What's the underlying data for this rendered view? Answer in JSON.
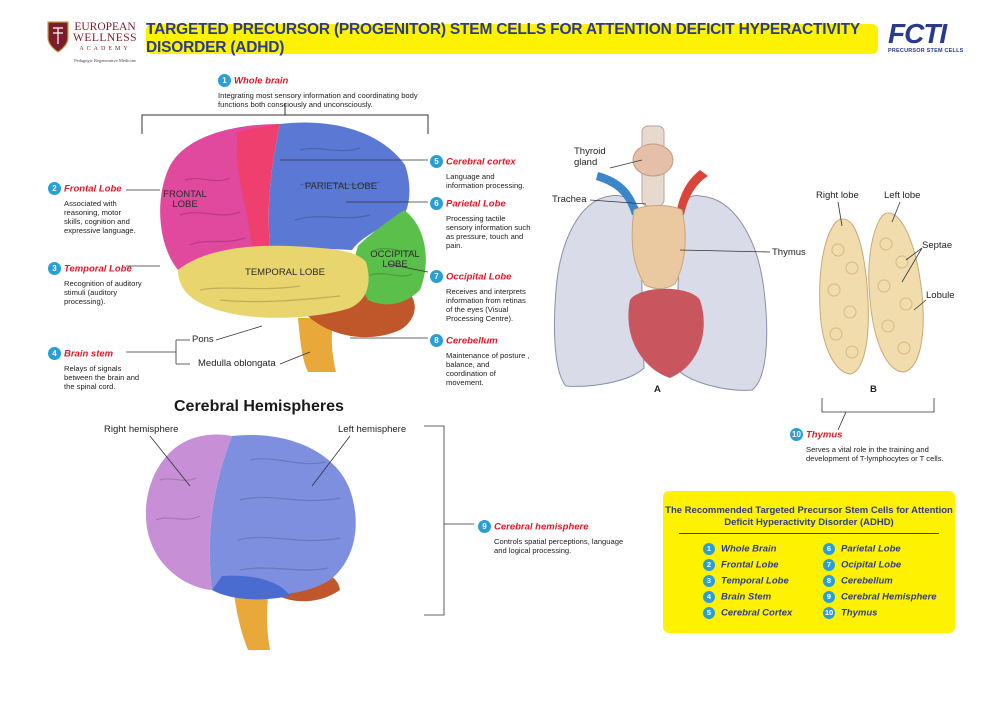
{
  "header": {
    "title": "TARGETED  PRECURSOR (PROGENITOR) STEM  CELLS  FOR  ATTENTION DEFICIT HYPERACTIVITY DISORDER (ADHD)",
    "left_logo": {
      "line1": "EUROPEAN",
      "line2": "WELLNESS",
      "line3": "ACADEMY",
      "line4": "Pedagogic Regenerative Medicine"
    },
    "right_logo": {
      "brand": "FCTI",
      "subtitle": "PRECURSOR STEM CELLS"
    }
  },
  "colors": {
    "title_bg": "#fff200",
    "title_text": "#2a3a8c",
    "callout_title": "#e01a2b",
    "badge": "#2a9fd6"
  },
  "callouts": [
    {
      "num": "1",
      "title": "Whole brain",
      "desc": "Integrating most sensory information and coordinating body functions both consciously and unconsciously."
    },
    {
      "num": "2",
      "title": "Frontal Lobe",
      "desc": "Associated with reasoning, motor skills, cognition and expressive language."
    },
    {
      "num": "3",
      "title": "Temporal Lobe",
      "desc": "Recognition of auditory stimuli (auditory processing)."
    },
    {
      "num": "4",
      "title": "Brain stem",
      "desc": "Relays of signals between the brain and the spinal cord."
    },
    {
      "num": "5",
      "title": "Cerebral cortex",
      "desc": "Language and information processing."
    },
    {
      "num": "6",
      "title": "Parietal Lobe",
      "desc": "Processing tactile sensory information such as pressure, touch and pain."
    },
    {
      "num": "7",
      "title": "Occipital Lobe",
      "desc": "Receives and interprets information from retinas of the eyes (Visual Processing Centre)."
    },
    {
      "num": "8",
      "title": "Cerebellum",
      "desc": "Maintenance of posture , balance, and coordination of movement."
    },
    {
      "num": "9",
      "title": "Cerebral hemisphere",
      "desc": "Controls spatial perceptions, language and logical processing."
    },
    {
      "num": "10",
      "title": "Thymus",
      "desc": "Serves a vital role in the training and development of T-lymphocytes or T cells."
    }
  ],
  "brain_labels": {
    "frontal": "FRONTAL LOBE",
    "parietal": "PARIETAL LOBE",
    "occipital": "OCCIPITAL LOBE",
    "temporal": "TEMPORAL LOBE",
    "pons": "Pons",
    "medulla": "Medulla oblongata"
  },
  "hemispheres": {
    "heading": "Cerebral Hemispheres",
    "right": "Right hemisphere",
    "left": "Left hemisphere"
  },
  "thymus_labels": {
    "thyroid": "Thyroid gland",
    "trachea": "Trachea",
    "thymus": "Thymus",
    "fig_a": "A",
    "right_lobe": "Right lobe",
    "left_lobe": "Left lobe",
    "septae": "Septae",
    "lobule": "Lobule",
    "fig_b": "B"
  },
  "recommended": {
    "title": "The Recommended Targeted Precursor Stem Cells for Attention Deficit Hyperactivity Disorder (ADHD)",
    "items": [
      {
        "num": "1",
        "label": "Whole Brain"
      },
      {
        "num": "2",
        "label": "Frontal Lobe"
      },
      {
        "num": "3",
        "label": "Temporal Lobe"
      },
      {
        "num": "4",
        "label": "Brain Stem"
      },
      {
        "num": "5",
        "label": "Cerebral Cortex"
      },
      {
        "num": "6",
        "label": "Parietal Lobe"
      },
      {
        "num": "7",
        "label": "Ocipital Lobe"
      },
      {
        "num": "8",
        "label": "Cerebellum"
      },
      {
        "num": "9",
        "label": "Cerebral Hemisphere"
      },
      {
        "num": "10",
        "label": "Thymus"
      }
    ]
  }
}
